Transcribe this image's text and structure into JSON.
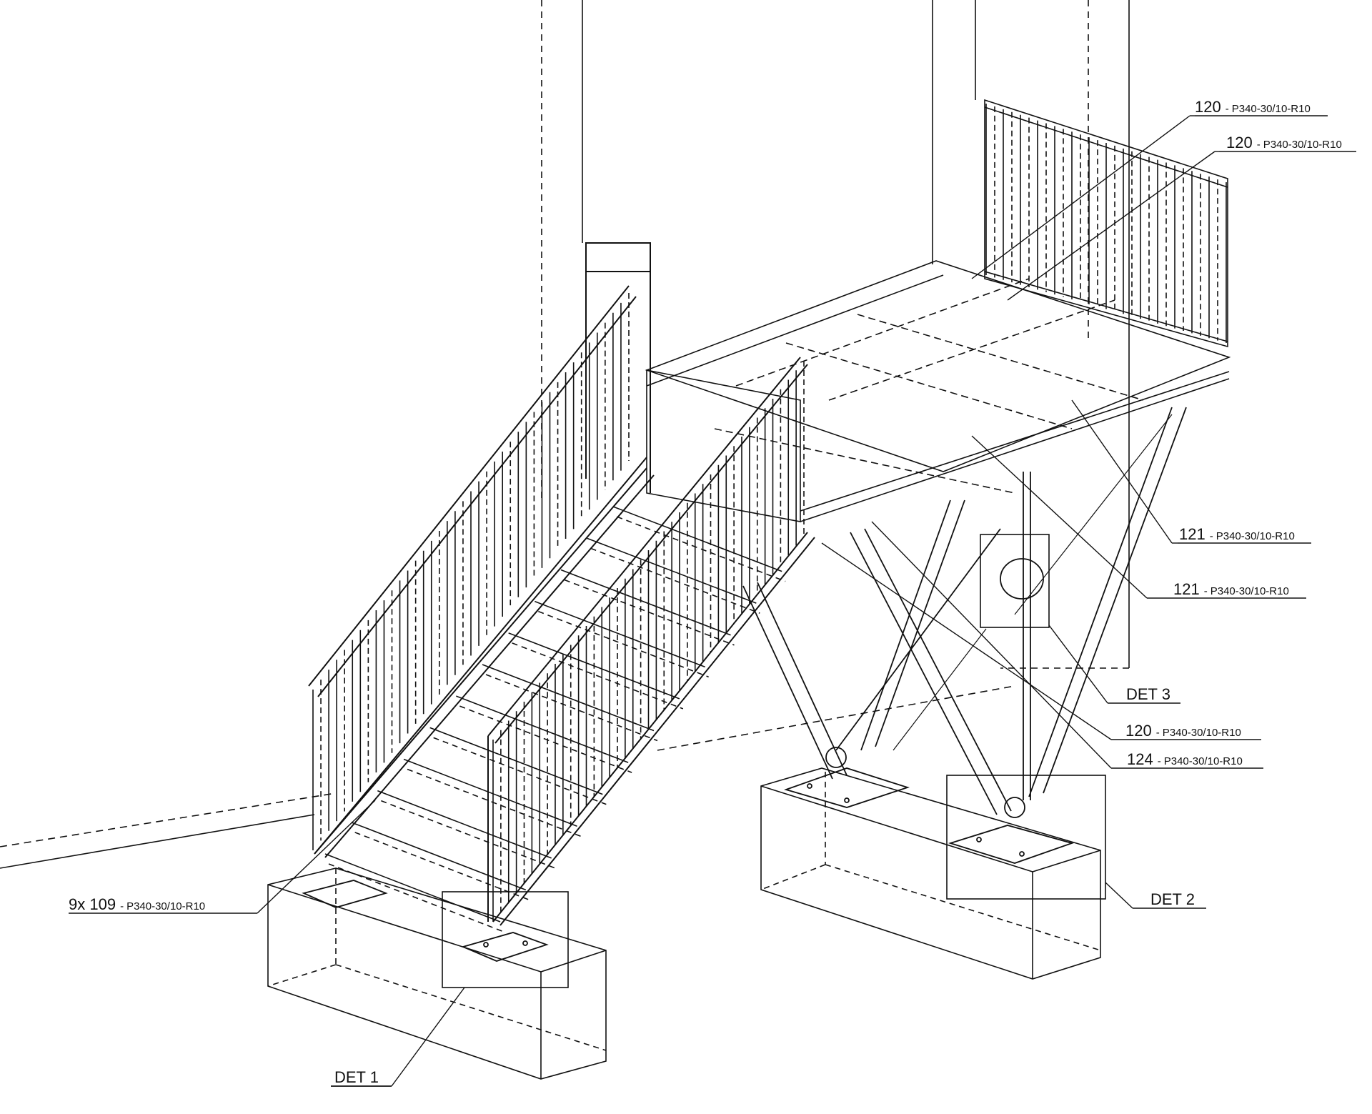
{
  "callouts": [
    {
      "qty": "120",
      "spec": "P340-30/10-R10"
    },
    {
      "qty": "120",
      "spec": "P340-30/10-R10"
    },
    {
      "qty": "121",
      "spec": "P340-30/10-R10"
    },
    {
      "qty": "121",
      "spec": "P340-30/10-R10"
    },
    {
      "qty": "120",
      "spec": "P340-30/10-R10"
    },
    {
      "qty": "124",
      "spec": "P340-30/10-R10"
    },
    {
      "qty": "9x 109",
      "spec": "P340-30/10-R10"
    }
  ],
  "separator": "-",
  "details": [
    "DET 3",
    "DET 2",
    "DET 1"
  ]
}
